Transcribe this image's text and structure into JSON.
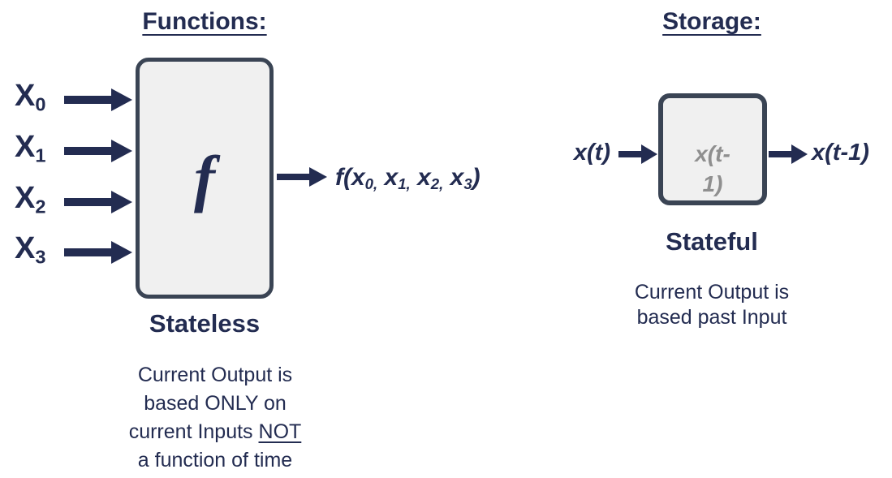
{
  "colors": {
    "navy": "#232C51",
    "box_border": "#3A4454",
    "box_fill": "#F0F0F0",
    "gray_text": "#8F8F8F",
    "background": "#FFFFFF"
  },
  "functions_section": {
    "header": "Functions:",
    "inputs": [
      [
        {
          "t": "X"
        },
        {
          "t": "0",
          "sub": true
        }
      ],
      [
        {
          "t": "X"
        },
        {
          "t": "1",
          "sub": true
        }
      ],
      [
        {
          "t": "X"
        },
        {
          "t": "2",
          "sub": true
        }
      ],
      [
        {
          "t": "X"
        },
        {
          "t": "3",
          "sub": true
        }
      ]
    ],
    "box_symbol": "f",
    "output_formula": [
      {
        "t": "f(x"
      },
      {
        "t": "0,",
        "sub": true
      },
      {
        "t": " x"
      },
      {
        "t": "1,",
        "sub": true
      },
      {
        "t": " x"
      },
      {
        "t": "2,",
        "sub": true
      },
      {
        "t": " x"
      },
      {
        "t": "3",
        "sub": true
      },
      {
        "t": ")"
      }
    ],
    "box_caption": "Stateless",
    "description_lines": [
      [
        {
          "t": "Current Output is"
        }
      ],
      [
        {
          "t": "based ONLY on"
        }
      ],
      [
        {
          "t": "current Inputs "
        },
        {
          "t": "NOT",
          "u": true
        }
      ],
      [
        {
          "t": "a function of time"
        }
      ]
    ]
  },
  "storage_section": {
    "header": "Storage:",
    "input_label": "x(t)",
    "box_label_lines": [
      "x(t-",
      "1)"
    ],
    "output_label": "x(t-1)",
    "box_caption": "Stateful",
    "description_lines": [
      "Current Output is",
      "based past Input"
    ]
  }
}
